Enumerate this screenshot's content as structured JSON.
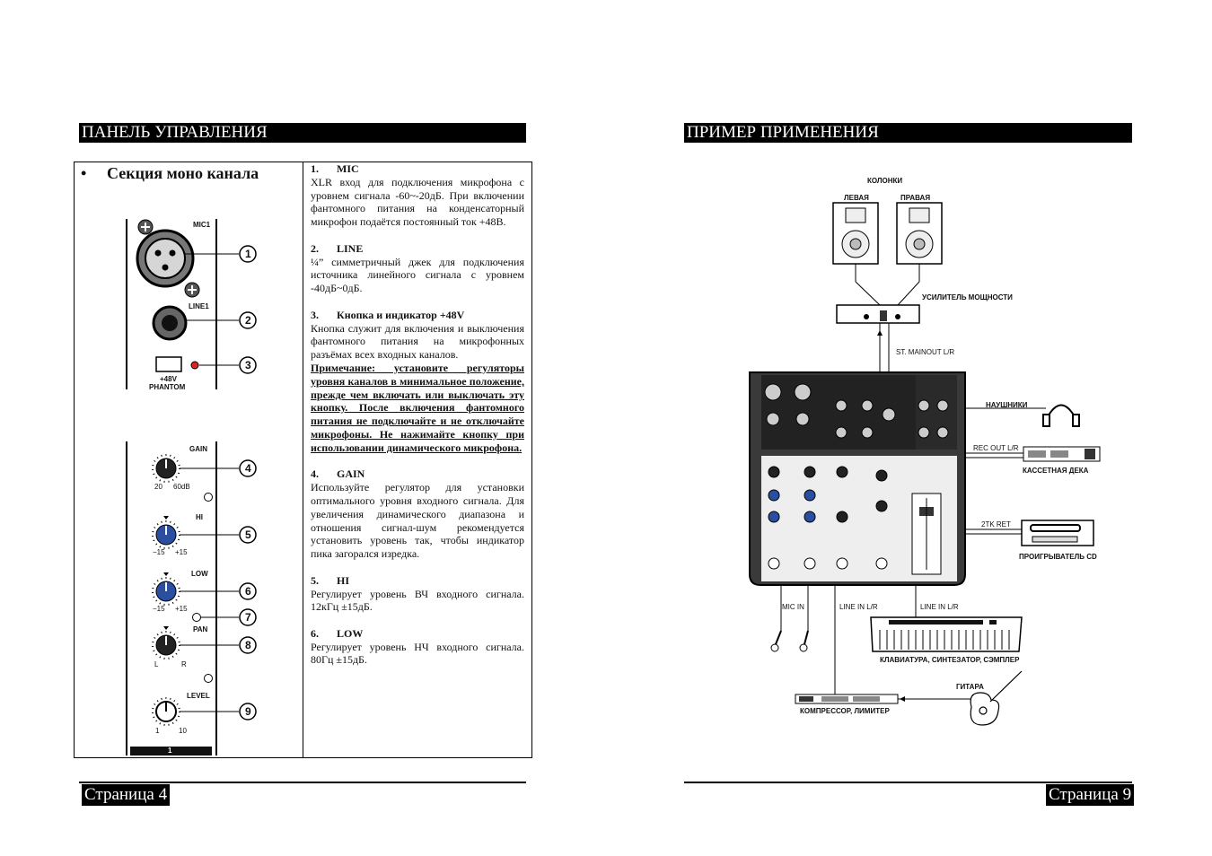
{
  "left_page": {
    "header": "ПАНЕЛЬ УПРАВЛЕНИЯ",
    "section_bullet": "•",
    "section_title": "Секция моно канала",
    "panel_labels": {
      "mic1": "MIC1",
      "line1": "LINE1",
      "phantom_48v": "+48V",
      "phantom": "PHANTOM",
      "gain": "GAIN",
      "gain_min": "20",
      "gain_max": "60dB",
      "hi": "HI",
      "hi_min": "−15",
      "hi_max": "+15",
      "low": "LOW",
      "low_min": "−15",
      "low_max": "+15",
      "pan": "PAN",
      "pan_l": "L",
      "pan_r": "R",
      "level": "LEVEL",
      "level_min": "1",
      "level_max": "10",
      "channel_no": "1"
    },
    "callouts": [
      "1",
      "2",
      "3",
      "4",
      "5",
      "6",
      "7",
      "8",
      "9"
    ],
    "items": {
      "i1_num": "1.",
      "i1_title": "MIC",
      "i1_text": "XLR вход для подключения микрофона с уровнем сигнала -60~-20дБ. При включении фантомного питания на конденсаторный микрофон подаётся постоянный ток +48В.",
      "i2_num": "2.",
      "i2_title": "LINE",
      "i2_text": "¼” симметричный джек для подключения источника линейного сигнала с уровнем -40дБ~0дБ.",
      "i3_num": "3.",
      "i3_title": "Кнопка и индикатор +48V",
      "i3_text": "Кнопка служит для включения и выключения фантомного питания на микрофонных разъёмах всех входных каналов.",
      "i3_note": "Примечание: установите регуляторы уровня каналов в минимальное положение, прежде чем включать или выключать эту кнопку. После включения фантомного питания не подключайте и не отключайте микрофоны. Не нажимайте кнопку при использовании динамического микрофона.",
      "i4_num": "4.",
      "i4_title": "GAIN",
      "i4_text": "Используйте регулятор для установки оптимального уровня входного сигнала. Для увеличения динамического диапазона и отношения сигнал-шум рекомендуется установить уровень так, чтобы индикатор пика загорался изредка.",
      "i5_num": "5.",
      "i5_title": "HI",
      "i5_text": "Регулирует уровень ВЧ входного сигнала. 12кГц ±15дБ.",
      "i6_num": "6.",
      "i6_title": "LOW",
      "i6_text": "Регулирует уровень НЧ входного сигнала. 80Гц ±15дБ."
    },
    "footer": "Страница 4"
  },
  "right_page": {
    "header": "ПРИМЕР ПРИМЕНЕНИЯ",
    "labels": {
      "speakers": "КОЛОНКИ",
      "left": "ЛЕВАЯ",
      "right": "ПРАВАЯ",
      "amp": "УСИЛИТЕЛЬ МОЩНОСТИ",
      "st_main": "ST. MAINOUT L/R",
      "headphones": "НАУШНИКИ",
      "rec_out": "REC OUT L/R",
      "cassette": "КАССЕТНАЯ ДЕКА",
      "tk_ret": "2TK RET",
      "cd": "ПРОИГРЫВАТЕЛЬ CD",
      "mic_in": "MIC IN",
      "line_in_1": "LINE IN L/R",
      "line_in_2": "LINE IN L/R",
      "keyboard": "КЛАВИАТУРА, СИНТЕЗАТОР, СЭМПЛЕР",
      "guitar": "ГИТАРА",
      "compressor": "КОМПРЕССОР, ЛИМИТЕР"
    },
    "footer": "Страница 9"
  }
}
